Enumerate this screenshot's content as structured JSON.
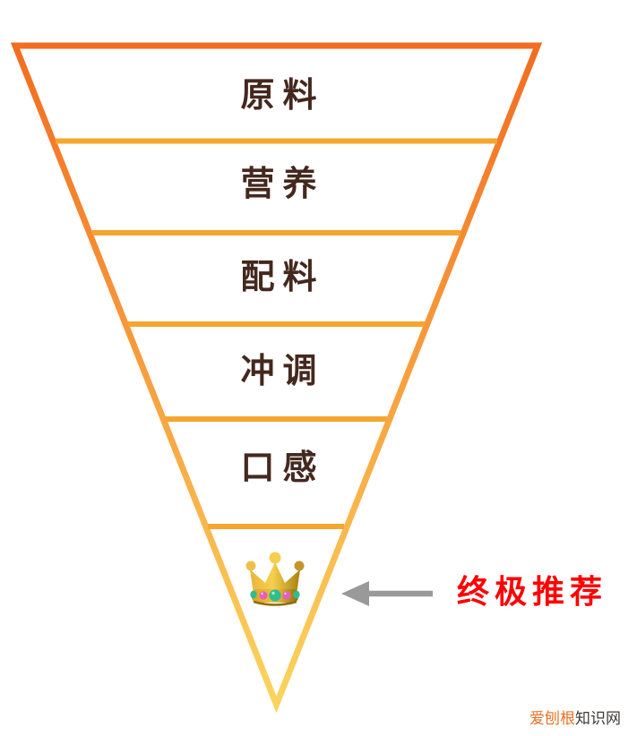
{
  "diagram": {
    "type": "inverted-pyramid-funnel",
    "levels": [
      "原料",
      "营养",
      "配料",
      "冲调",
      "口感"
    ],
    "apex_icon": "crown-icon",
    "annotation": "终极推荐"
  },
  "watermark": {
    "brand": "爱刨根",
    "suffix": "知识网"
  },
  "colors": {
    "outline_top": "#f26c21",
    "outline_mid": "#f79f3e",
    "outline_bottom": "#fbd45e",
    "divider": "#f5a62e",
    "level_text": "#44281e",
    "annotation_text": "#ff0000",
    "arrow": "#999999",
    "watermark_brand": "#e87125",
    "watermark_suffix": "#3f3b3a"
  }
}
